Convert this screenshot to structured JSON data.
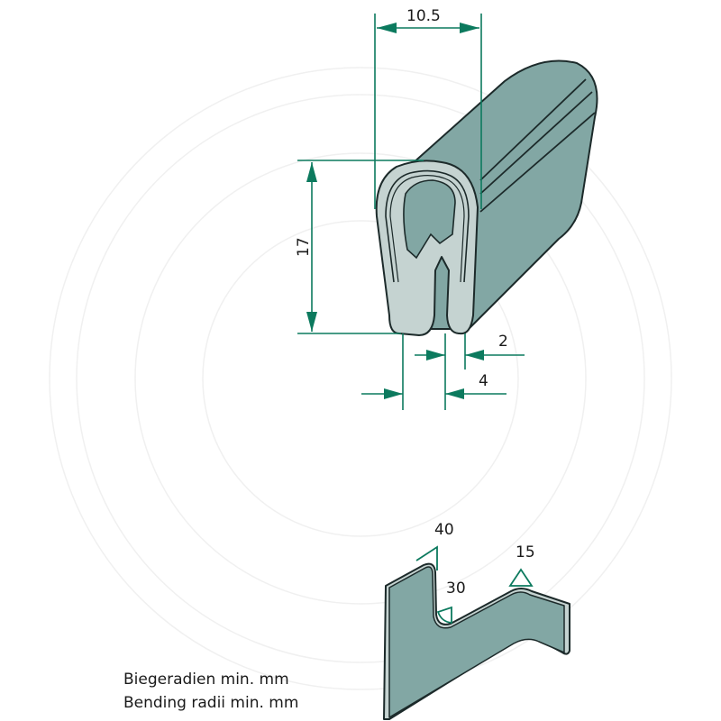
{
  "colors": {
    "profile_fill": "#82a7a4",
    "profile_light": "#c5d3d1",
    "outline": "#1c2a2a",
    "dimension": "#0c7a5e",
    "watermark": "#f1f1f1"
  },
  "profile_drawing": {
    "dimensions": {
      "width": "10.5",
      "height": "17",
      "slot_wall": "2",
      "slot_gap": "4"
    },
    "unit": "mm"
  },
  "bending_drawing": {
    "radii": {
      "top_left": "40",
      "inner": "30",
      "top_right": "15"
    }
  },
  "caption": {
    "line_de": "Biegeradien min. mm",
    "line_en": "Bending radii min. mm"
  }
}
